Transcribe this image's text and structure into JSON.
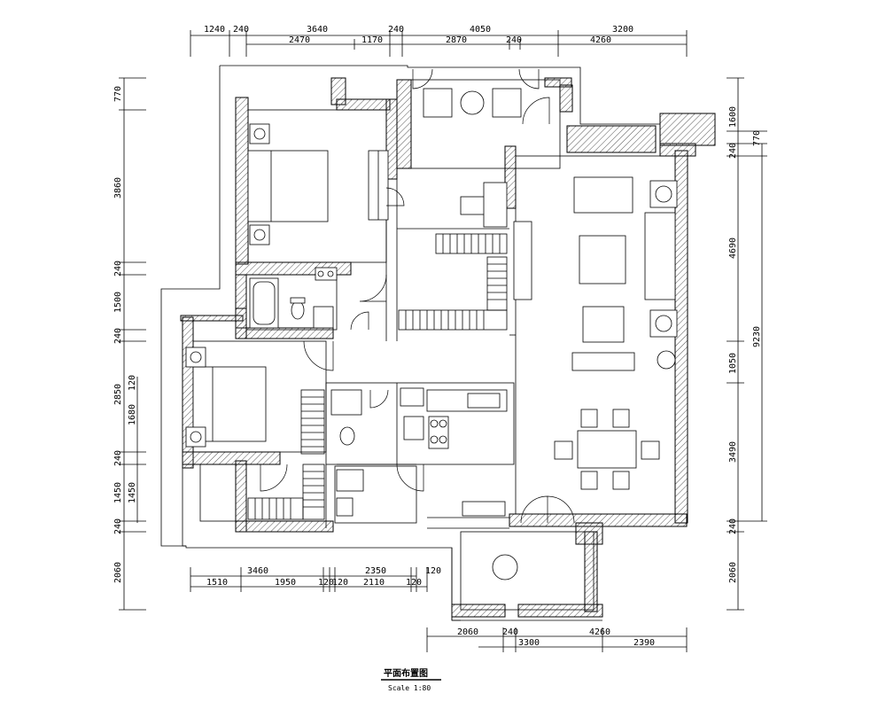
{
  "title": "平面布置图",
  "scale": "Scale 1:80",
  "dimensions": {
    "top_outer": [
      "1240",
      "240",
      "3640",
      "240",
      "4050",
      "3200"
    ],
    "top_inner": [
      "2470",
      "1170",
      "2870",
      "240",
      "4260"
    ],
    "left": [
      "770",
      "3860",
      "240",
      "1500",
      "240",
      "2850",
      "120",
      "1680",
      "240",
      "1450",
      "1450",
      "240",
      "2060"
    ],
    "right": [
      "1600",
      "770",
      "240",
      "4690",
      "9230",
      "1050",
      "3490",
      "240",
      "2060"
    ],
    "bottom_upper": [
      "3460",
      "2350",
      "120"
    ],
    "bottom_lower": [
      "1510",
      "1950",
      "120",
      "120",
      "2110",
      "120"
    ],
    "bottom_balcony": [
      "2060",
      "240",
      "4260",
      "3300",
      "2390"
    ]
  }
}
